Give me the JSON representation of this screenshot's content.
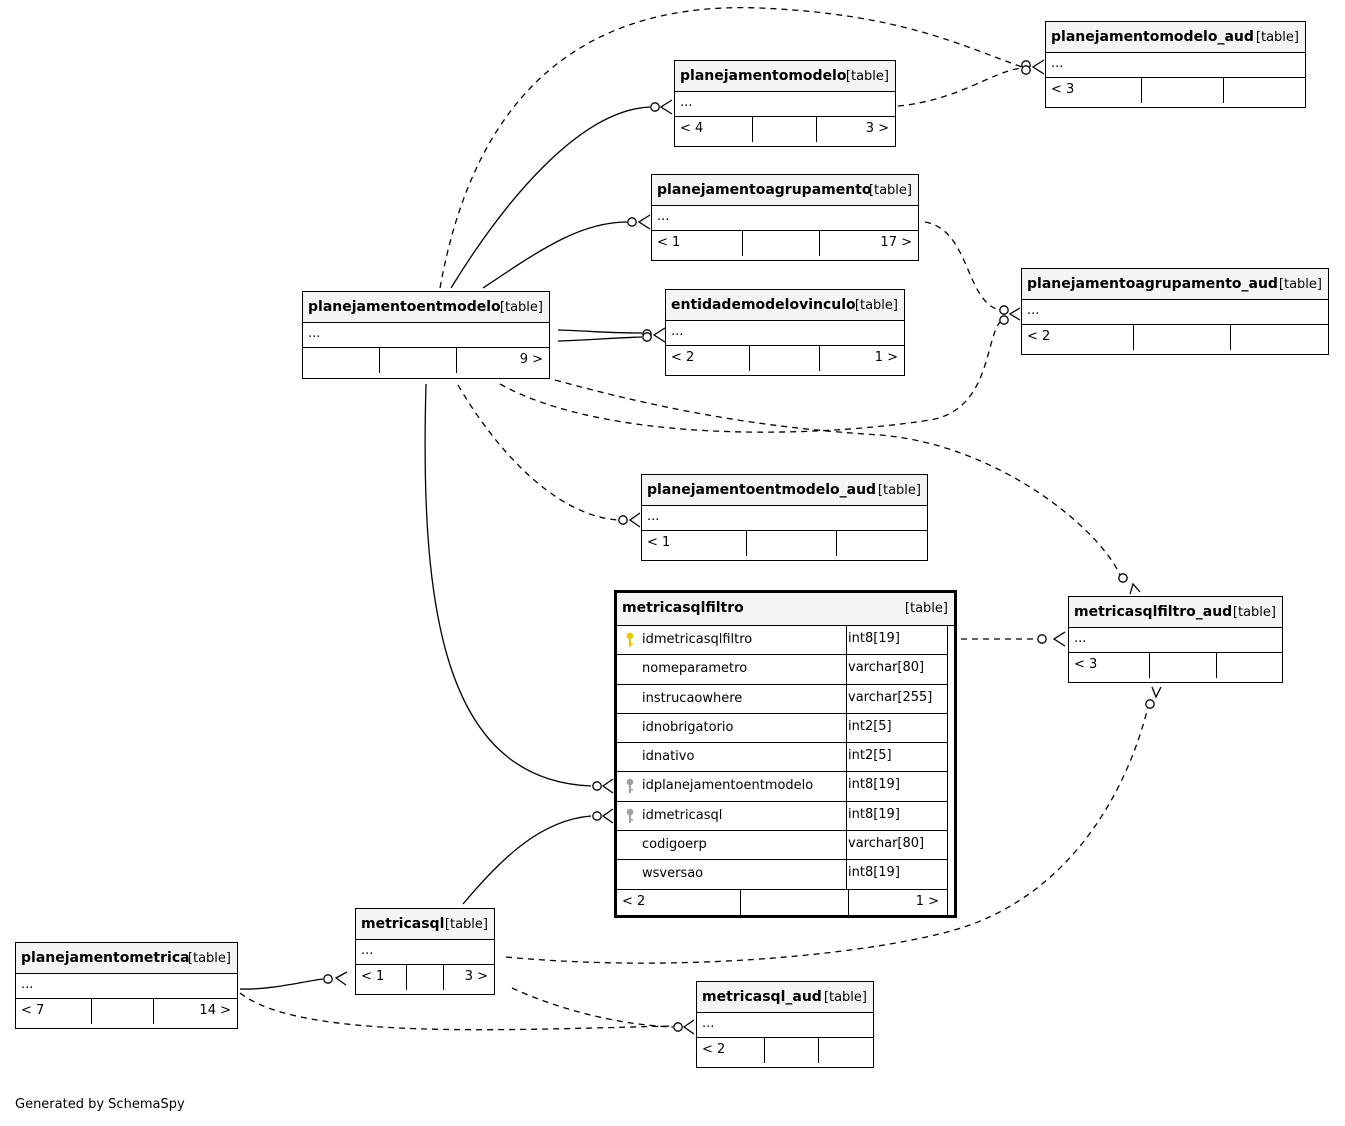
{
  "tag": "[table]",
  "ellipsis": "...",
  "tables": {
    "planejamentomodelo_aud": {
      "name": "planejamentomodelo_aud",
      "left": "< 3",
      "right": ""
    },
    "planejamentomodelo": {
      "name": "planejamentomodelo",
      "left": "< 4",
      "right": "3 >"
    },
    "planejamentoagrupamento": {
      "name": "planejamentoagrupamento",
      "left": "< 1",
      "right": "17 >"
    },
    "planejamentoagrupamento_aud": {
      "name": "planejamentoagrupamento_aud",
      "left": "< 2",
      "right": ""
    },
    "planejamentoentmodelo": {
      "name": "planejamentoentmodelo",
      "left": "",
      "right": "9 >"
    },
    "entidademodelovinculo": {
      "name": "entidademodelovinculo",
      "left": "< 2",
      "right": "1 >"
    },
    "planejamentoentmodelo_aud": {
      "name": "planejamentoentmodelo_aud",
      "left": "< 1",
      "right": ""
    },
    "metricasqlfiltro_aud": {
      "name": "metricasqlfiltro_aud",
      "left": "< 3",
      "right": ""
    },
    "metricasql": {
      "name": "metricasql",
      "left": "< 1",
      "right": "3 >"
    },
    "planejamentometrica": {
      "name": "planejamentometrica",
      "left": "< 7",
      "right": "14 >"
    },
    "metricasql_aud": {
      "name": "metricasql_aud",
      "left": "< 2",
      "right": ""
    }
  },
  "focus": {
    "name": "metricasqlfiltro",
    "left": "< 2",
    "right": "1 >",
    "columns": [
      {
        "name": "idmetricasqlfiltro",
        "type": "int8[19]",
        "key": "primary"
      },
      {
        "name": "nomeparametro",
        "type": "varchar[80]",
        "key": "none"
      },
      {
        "name": "instrucaowhere",
        "type": "varchar[255]",
        "key": "none"
      },
      {
        "name": "idnobrigatorio",
        "type": "int2[5]",
        "key": "none"
      },
      {
        "name": "idnativo",
        "type": "int2[5]",
        "key": "none"
      },
      {
        "name": "idplanejamentoentmodelo",
        "type": "int8[19]",
        "key": "foreign"
      },
      {
        "name": "idmetricasql",
        "type": "int8[19]",
        "key": "foreign"
      },
      {
        "name": "codigoerp",
        "type": "varchar[80]",
        "key": "none"
      },
      {
        "name": "wsversao",
        "type": "int8[19]",
        "key": "none"
      }
    ]
  },
  "credit": "Generated by SchemaSpy",
  "colors": {
    "primary_key": "#e6c800",
    "foreign_key": "#a0a0a0",
    "header": "#f4f4f4"
  }
}
